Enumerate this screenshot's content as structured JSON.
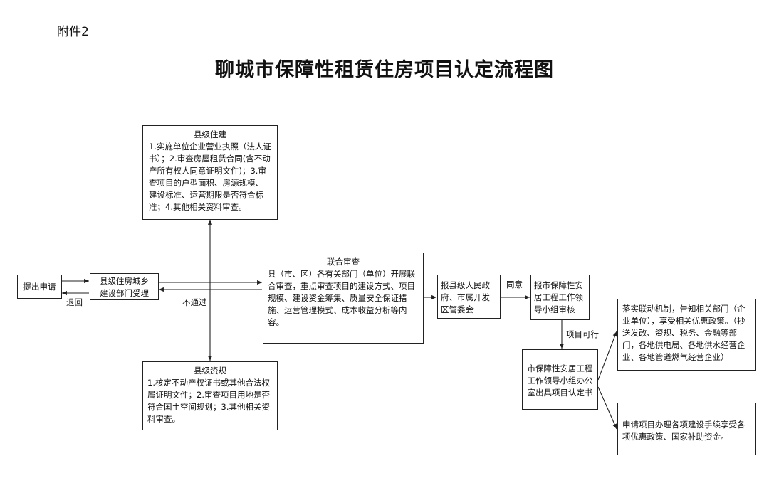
{
  "attachment_label": "附件2",
  "title": "聊城市保障性租赁住房项目认定流程图",
  "boxes": {
    "apply": "提出申请",
    "county_housing_accept": "县级住房城乡建设部门受理",
    "county_housing_review": {
      "title": "县级住建",
      "text": "1.实施单位企业营业执照（法人证书）；2.审查房屋租赁合同(含不动产所有权人同意证明文件)；3.审查项目的户型面积、房源规模、建设标准、运营期限是否符合标准；4.其他相关资料审查。"
    },
    "county_resources_review": {
      "title": "县级资规",
      "text": "1.核定不动产权证书或其他合法权属证明文件；2.审查项目用地是否符合国土空间规划；3.其他相关资料审查。"
    },
    "joint_review": {
      "title": "联合审查",
      "text": "县（市、区）各有关部门（单位）开展联合审查，重点审查项目的建设方式、项目规模、建设资金筹集、质量安全保证措施、运营管理模式、成本收益分析等内容。"
    },
    "county_government": "报县级人民政府、市属开发区管委会",
    "city_leading_group": "报市保障性安居工程工作领导小组审核",
    "city_office_certificate": "市保障性安居工程工作领导小组办公室出具项目认定书",
    "linkage_mechanism": "落实联动机制，告知相关部门（企业单位），享受相关优惠政策。（抄送发改、资规、税务、金融等部门，各地供电局、各地供水经营企业、各地管道燃气经营企业）",
    "apply_procedures": "申请项目办理各项建设手续享受各项优惠政策、国家补助资金。"
  },
  "edge_labels": {
    "return": "退回",
    "not_passed": "不通过",
    "agree": "同意",
    "feasible": "项目可行"
  }
}
